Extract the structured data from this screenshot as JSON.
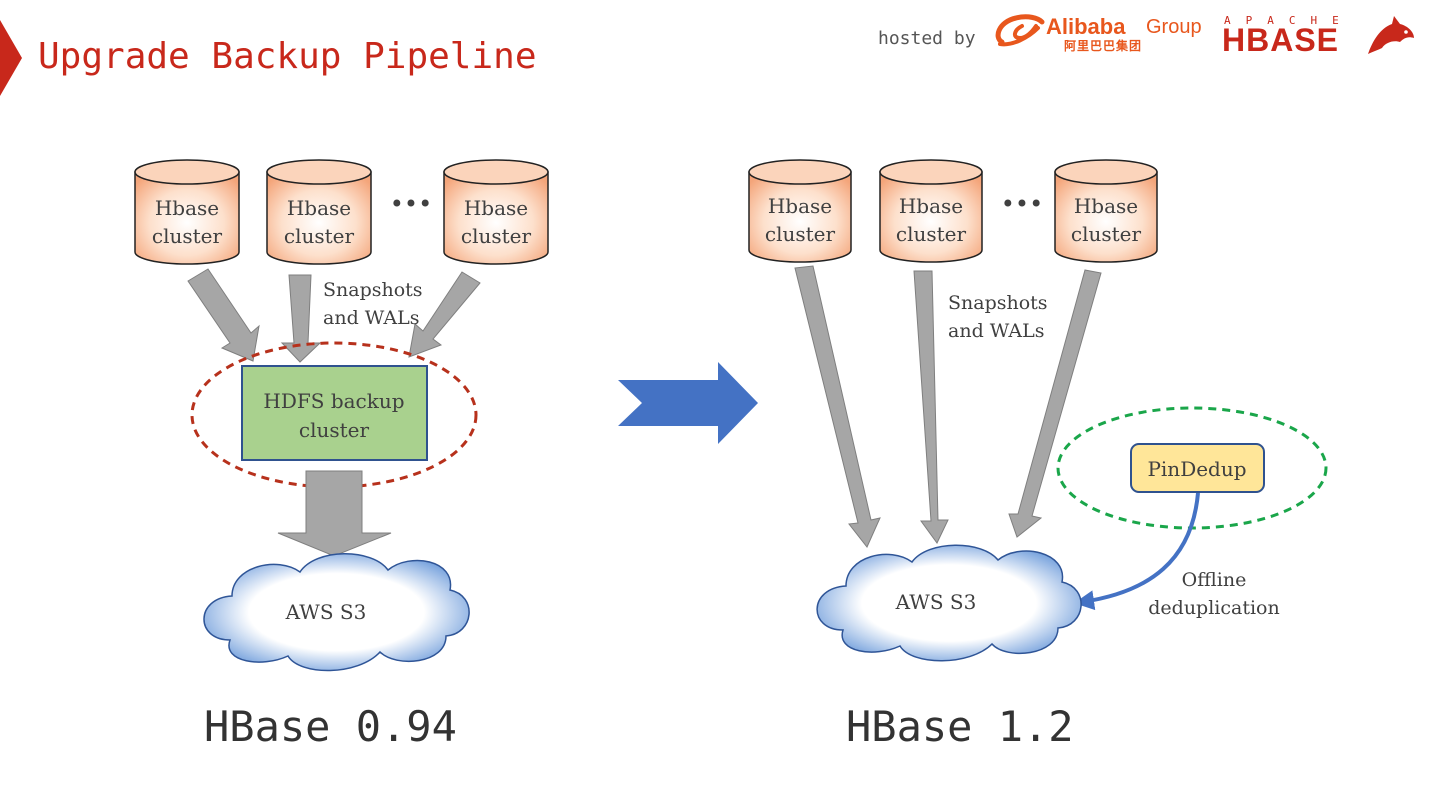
{
  "header": {
    "title": "Upgrade Backup Pipeline",
    "hosted_by": "hosted by",
    "alibaba_name": "Alibaba",
    "alibaba_group": "Group",
    "alibaba_cn": "阿里巴巴集团",
    "apache_label": "APACHE",
    "hbase_logo": "HBASE"
  },
  "left": {
    "clusters": [
      {
        "line1": "Hbase",
        "line2": "cluster"
      },
      {
        "line1": "Hbase",
        "line2": "cluster"
      },
      {
        "line1": "Hbase",
        "line2": "cluster"
      }
    ],
    "ellipsis": "•••",
    "arrow_label_1": "Snapshots",
    "arrow_label_2": "and WALs",
    "hdfs_line1": "HDFS backup",
    "hdfs_line2": "cluster",
    "cloud_label": "AWS S3",
    "version": "HBase 0.94"
  },
  "right": {
    "clusters": [
      {
        "line1": "Hbase",
        "line2": "cluster"
      },
      {
        "line1": "Hbase",
        "line2": "cluster"
      },
      {
        "line1": "Hbase",
        "line2": "cluster"
      }
    ],
    "ellipsis": "•••",
    "arrow_label_1": "Snapshots",
    "arrow_label_2": "and WALs",
    "dedup_label": "PinDedup",
    "offline_1": "Offline",
    "offline_2": "deduplication",
    "cloud_label": "AWS S3",
    "version": "HBase 1.2"
  },
  "colors": {
    "accent": "#c8281b",
    "cylinder_edge": "#e46c2e",
    "hdfs_fill": "#a9d18e",
    "blue_arrow": "#4472c4",
    "dedup_fill": "#ffe699",
    "green_dashed": "#1aa64a",
    "red_dashed": "#b7311c"
  }
}
